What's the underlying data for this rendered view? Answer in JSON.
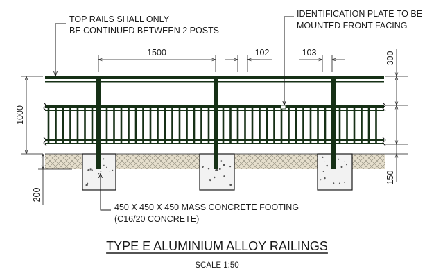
{
  "notes": {
    "top_rails": [
      "TOP RAILS SHALL ONLY",
      "BE CONTINUED BETWEEN 2 POSTS"
    ],
    "id_plate": [
      "IDENTIFICATION PLATE TO BE",
      "MOUNTED FRONT FACING"
    ],
    "footing": [
      "450 X 450 X 450 MASS CONCRETE FOOTING",
      "(C16/20 CONCRETE)"
    ]
  },
  "dimensions": {
    "post_spacing": "1500",
    "baluster_gap": "102",
    "baluster_gap_2": "103",
    "overall_height": "1000",
    "top_zone": "300",
    "ground_zone": "150",
    "embed_depth": "200"
  },
  "title": "TYPE E ALUMINIUM ALLOY RAILINGS",
  "scale": "SCALE 1:50",
  "colors": {
    "rail": "#163016",
    "ground": "#e6dfcd",
    "line": "#1a1a1a"
  }
}
